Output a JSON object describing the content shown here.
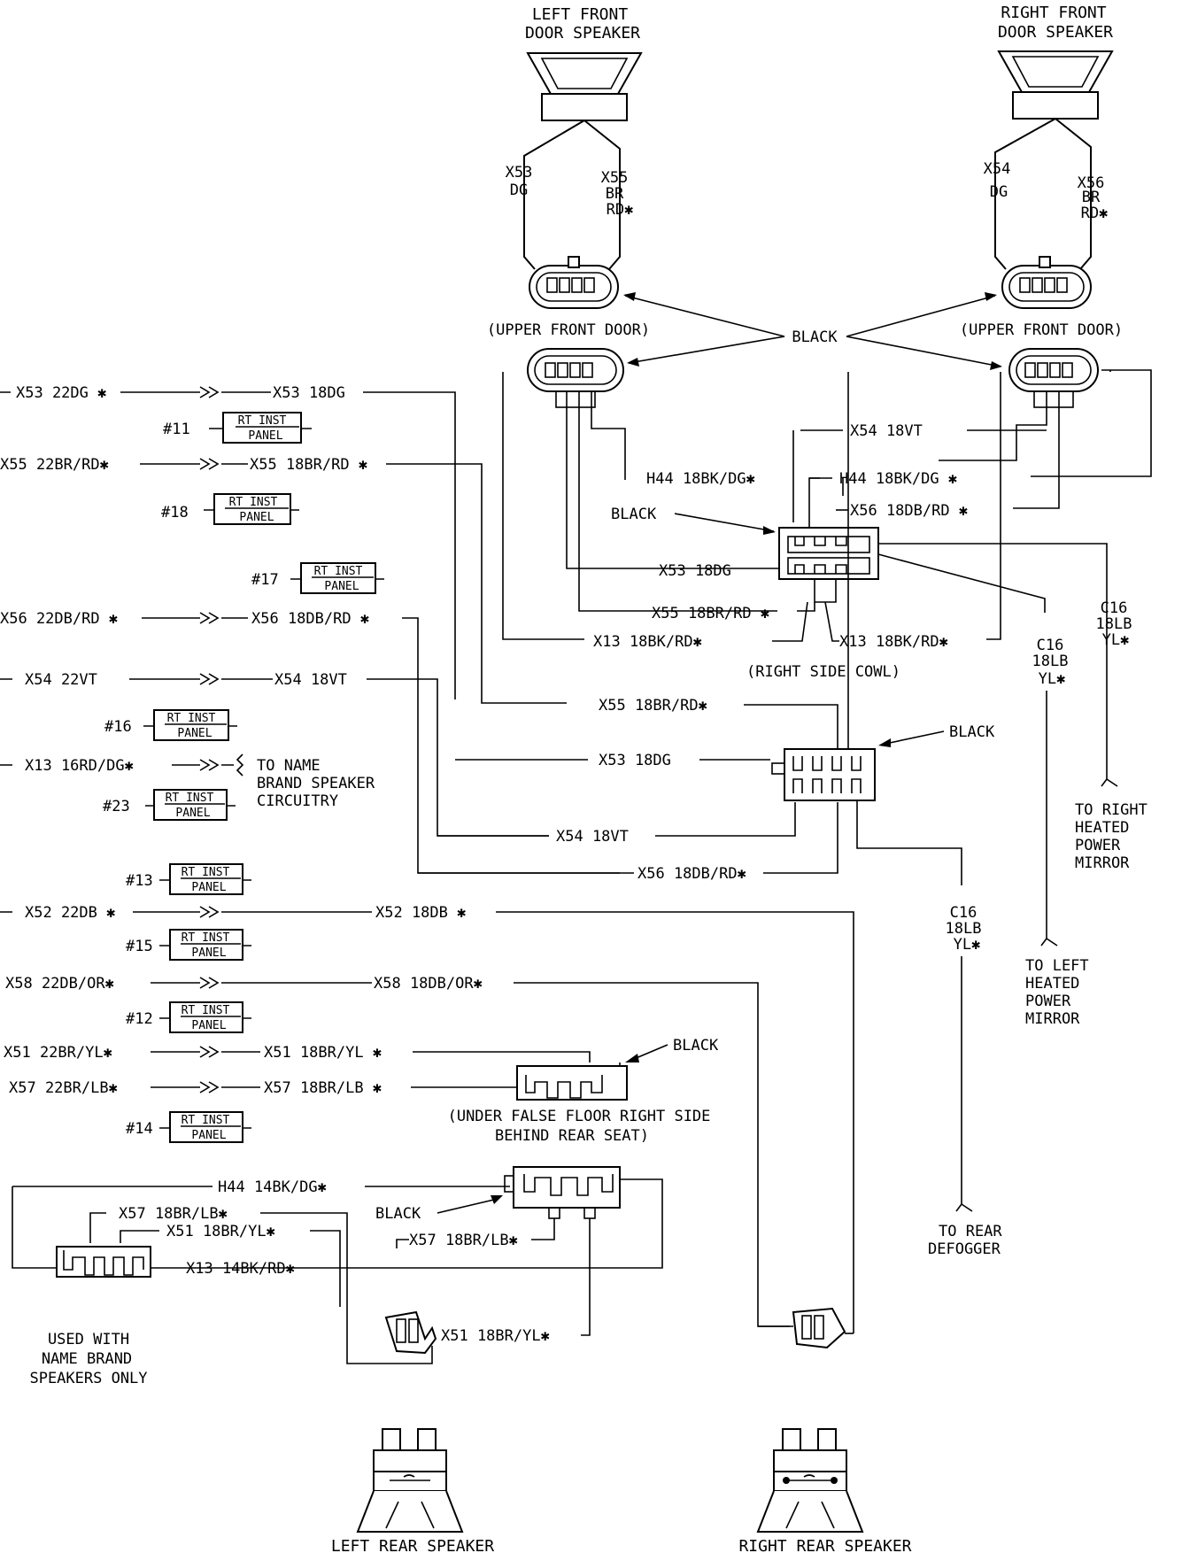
{
  "speakers": {
    "left_front": [
      "LEFT FRONT",
      "DOOR SPEAKER"
    ],
    "right_front": [
      "RIGHT FRONT",
      "DOOR SPEAKER"
    ],
    "left_rear": "LEFT REAR SPEAKER",
    "right_rear": "RIGHT REAR SPEAKER"
  },
  "front_wires": {
    "lf_a": [
      "X53",
      "DG"
    ],
    "lf_b": [
      "X55",
      "BR",
      "RD✱"
    ],
    "rf_a": [
      "X54",
      "DG"
    ],
    "rf_b": [
      "X56",
      "BR",
      "RD✱"
    ]
  },
  "connectors": {
    "upper_front_door_left": "(UPPER FRONT DOOR)",
    "upper_front_door_right": "(UPPER FRONT DOOR)",
    "black": "BLACK",
    "right_side_cowl": "(RIGHT SIDE COWL)",
    "under_false_floor": [
      "(UNDER FALSE FLOOR RIGHT SIDE",
      "BEHIND REAR SEAT)"
    ]
  },
  "left_feeds": [
    {
      "left": "X53 22DG ✱",
      "right": "X53 18DG"
    },
    {
      "left": "X55 22BR/RD✱",
      "right": "X55 18BR/RD ✱"
    },
    {
      "left": "X56 22DB/RD ✱",
      "right": "X56 18DB/RD ✱"
    },
    {
      "left": "X54 22VT",
      "right": "X54 18VT"
    },
    {
      "left": "X13 16RD/DG✱",
      "right": ""
    },
    {
      "left": "X52 22DB ✱",
      "right": "X52 18DB ✱"
    },
    {
      "left": "X58 22DB/OR✱",
      "right": "X58 18DB/OR✱"
    },
    {
      "left": "X51 22BR/YL✱",
      "right": "X51 18BR/YL ✱"
    },
    {
      "left": "X57 22BR/LB✱",
      "right": "X57 18BR/LB ✱"
    }
  ],
  "panel_refs": {
    "label": [
      "RT INST",
      "PANEL"
    ],
    "numbers": [
      "#11",
      "#18",
      "#17",
      "#16",
      "#23",
      "#13",
      "#15",
      "#12",
      "#14"
    ]
  },
  "name_brand": [
    "TO NAME",
    "BRAND SPEAKER",
    "CIRCUITRY"
  ],
  "cowl_wires": {
    "x54": "X54 18VT",
    "h44_left": "H44 18BK/DG✱",
    "h44_right": "H44 18BK/DG ✱",
    "x56": "X56 18DB/RD ✱",
    "x53": "X53 18DG",
    "x55": "X55 18BR/RD ✱",
    "x13_left": "X13 18BK/RD✱",
    "x13_right": "X13 18BK/RD✱"
  },
  "mid_wires": {
    "x55": "X55 18BR/RD✱",
    "x53": "X53 18DG",
    "x54": "X54 18VT",
    "x56": "X56 18DB/RD✱"
  },
  "c16_labels": [
    [
      "C16",
      "18LB",
      "YL✱"
    ],
    [
      "C16",
      "18LB",
      "YL✱"
    ],
    [
      "C16",
      "18LB",
      "YL✱"
    ]
  ],
  "destinations": {
    "right_mirror": [
      "TO RIGHT",
      "HEATED",
      "POWER",
      "MIRROR"
    ],
    "left_mirror": [
      "TO LEFT",
      "HEATED",
      "POWER",
      "MIRROR"
    ],
    "rear_defogger": [
      "TO REAR",
      "DEFOGGER"
    ]
  },
  "rear_wires": {
    "h44": "H44 14BK/DG✱",
    "x57": "X57 18BR/LB✱",
    "x51": "X51 18BR/YL✱",
    "x13": "X13 14BK/RD✱",
    "x57_b": "X57 18BR/LB✱",
    "x51_b": "X51 18BR/YL✱"
  },
  "used_with": [
    "USED WITH",
    "NAME BRAND",
    "SPEAKERS ONLY"
  ]
}
